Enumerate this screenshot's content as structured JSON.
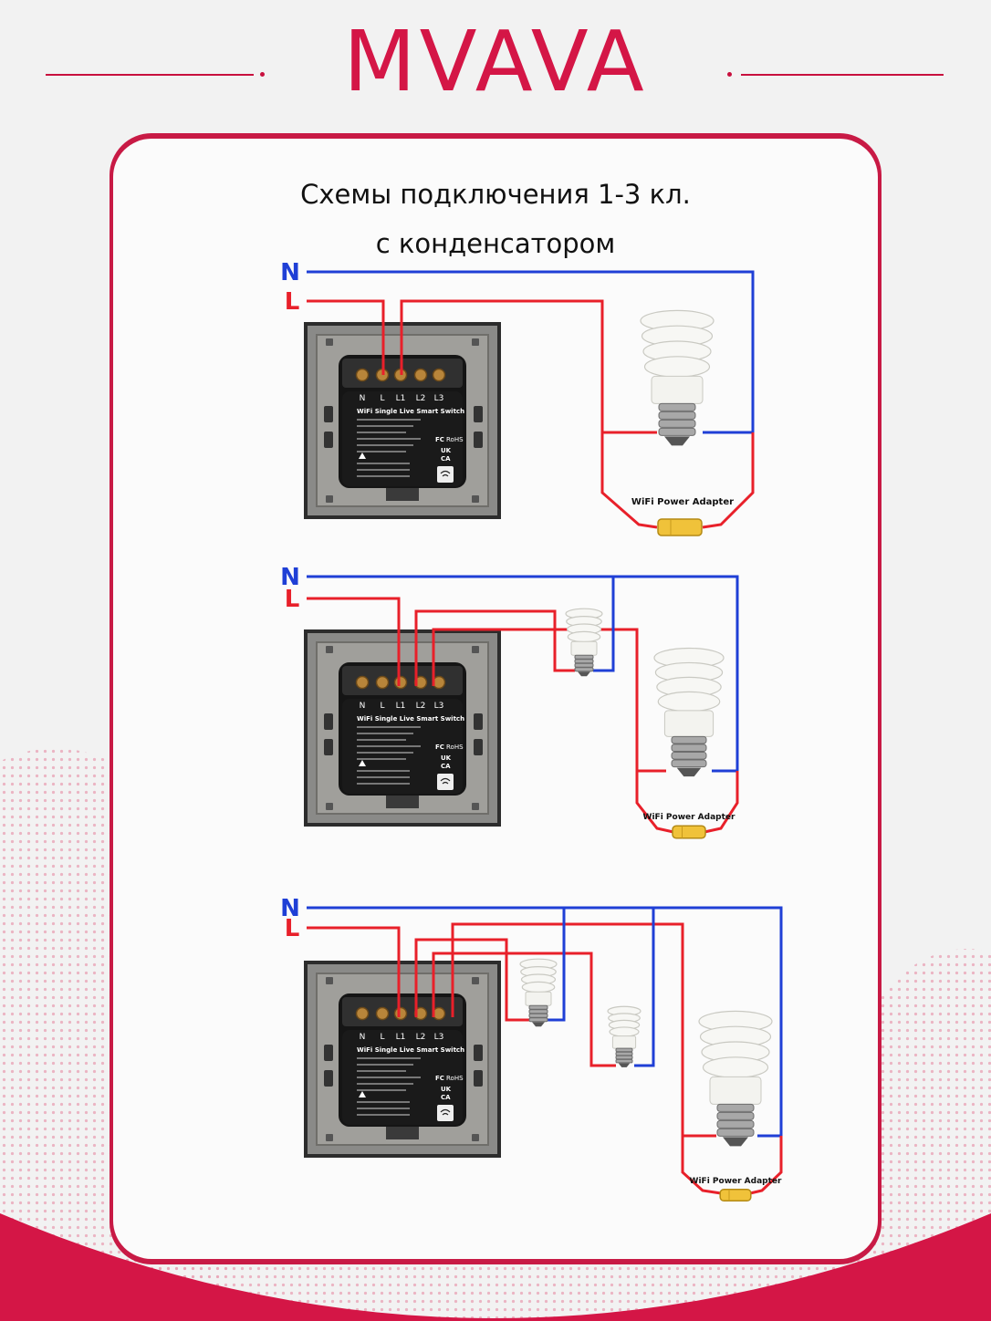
{
  "brand": {
    "logo": "MVAVA"
  },
  "title": {
    "line1": "Схемы подключения 1-3 кл.",
    "line2": "с конденсатором"
  },
  "wires": {
    "neutral": "N",
    "live": "L"
  },
  "terminals": [
    "N",
    "L",
    "L1",
    "L2",
    "L3"
  ],
  "module": {
    "name": "WiFi Single Live Smart Switch",
    "marks": [
      "FC",
      "RoHS",
      "UK",
      "CA"
    ]
  },
  "adapter_label": "WiFi Power Adapter",
  "colors": {
    "brand": "#d41646",
    "neutral_wire": "#1f3fd6",
    "live_wire": "#e8202a",
    "adapter": "#f0c23a"
  }
}
